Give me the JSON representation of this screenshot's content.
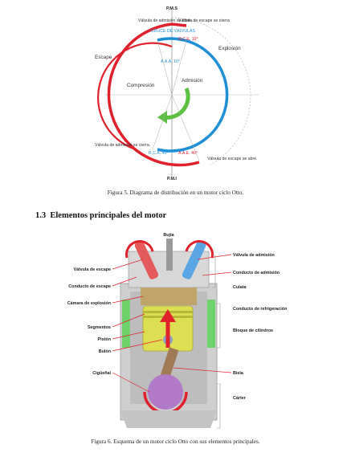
{
  "diagram1": {
    "top_label": "P.M.S",
    "bottom_label": "P.M.I",
    "valve_admission_opens": "Válvula de admisión se abre.",
    "valve_exhaust_closes": "Válvula de escape se cierra",
    "overlap": "CRUCE DE VÁLVULAS",
    "explosion": "Explosión",
    "exhaust": "Escape",
    "compression": "Compresión",
    "admission": "Admisión",
    "valve_admission_closes": "Válvula de admisión se cierra.",
    "valve_exhaust_opens": "Válvula de escape se abre.",
    "angle_top_left": "A.A.A. 10°",
    "angle_top_right": "R.C.E. 10°",
    "angle_bottom_left": "R.C.A. 40°",
    "angle_bottom_right": "A.A.E. 40°",
    "colors": {
      "exhaust": "#e0202a",
      "admission": "#1e8fd6",
      "rotation": "#5cc040"
    }
  },
  "caption1": "Figura 5. Diagrama de distribución en un motor ciclo Otto.",
  "section": {
    "number": "1.3",
    "title": "Elementos principales del motor"
  },
  "diagram2": {
    "labels_left": {
      "valvula_escape": "Válvula de escape",
      "conducto_escape": "Conducto de escape",
      "camara": "Cámara de explosión",
      "segmentos": "Segmentos",
      "piston": "Pistón",
      "bulon": "Bulón",
      "ciguenal": "Cigüeñal"
    },
    "labels_right": {
      "bujia": "Bujía",
      "valvula_admision": "Válvula de admisión",
      "conducto_admision": "Conducto de admisión",
      "culata": "Culata",
      "conducto_refrigeracion": "Conducto de refrigeración",
      "bloque": "Bloque de cilindros",
      "biela": "Biela",
      "carter": "Cárter"
    }
  },
  "caption2": "Figura 6. Esquema de un motor ciclo Otto con sus elementos principales."
}
